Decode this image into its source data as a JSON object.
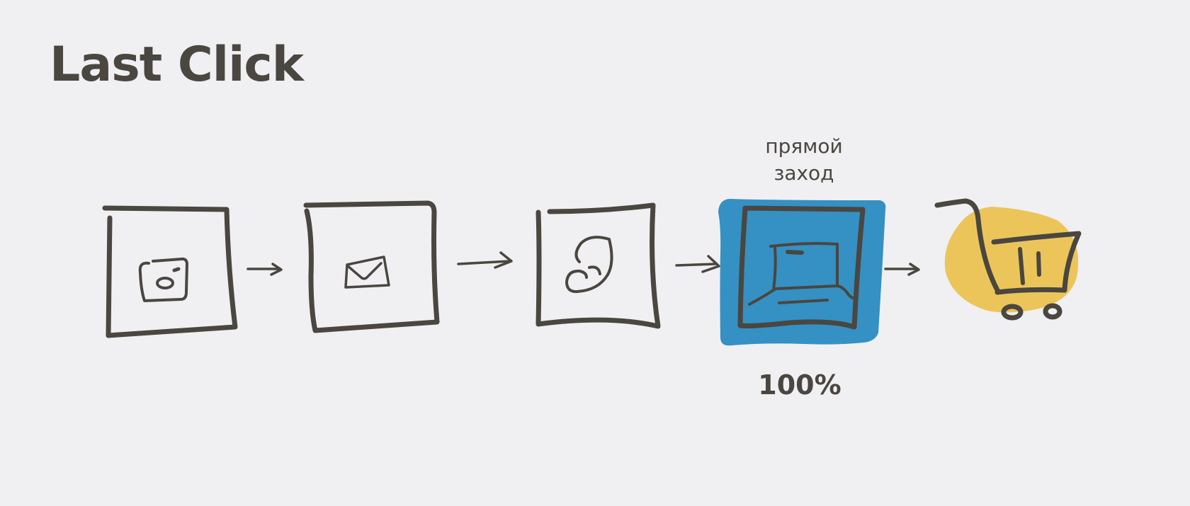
{
  "title": "Last Click",
  "highlight_label_line1": "прямой",
  "highlight_label_line2": "заход",
  "highlight_percent": "100%",
  "colors": {
    "background": "#f0f0f2",
    "ink": "#4a4640",
    "highlight": "#3590c4",
    "cart_blob": "#ecc55a"
  },
  "steps": [
    {
      "icon": "instagram-icon"
    },
    {
      "icon": "email-icon"
    },
    {
      "icon": "phone-icon"
    },
    {
      "icon": "laptop-icon",
      "highlighted": true
    },
    {
      "icon": "shopping-cart-icon"
    }
  ]
}
